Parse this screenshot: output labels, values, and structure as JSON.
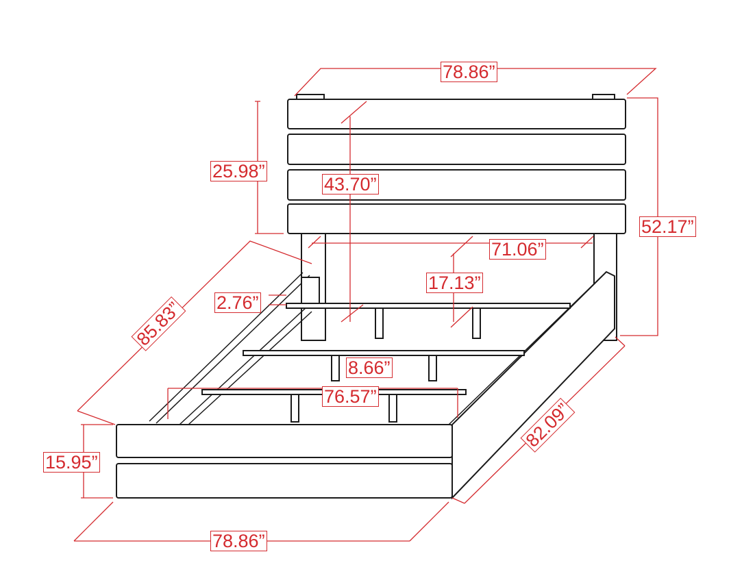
{
  "dimensions": {
    "headboard_width": "78.86”",
    "headboard_height": "25.98”",
    "slat_to_top": "43.70”",
    "total_height": "52.17”",
    "inner_width": "71.06”",
    "headboard_clearance": "17.13”",
    "rail_height": "2.76”",
    "total_length": "85.83”",
    "slat_leg_height": "8.66”",
    "slat_length": "76.57”",
    "side_length": "82.09”",
    "footboard_height": "15.95”",
    "footboard_width": "78.86”"
  },
  "colors": {
    "dimension": "#d42a2e",
    "outline": "#1a1a1a"
  }
}
